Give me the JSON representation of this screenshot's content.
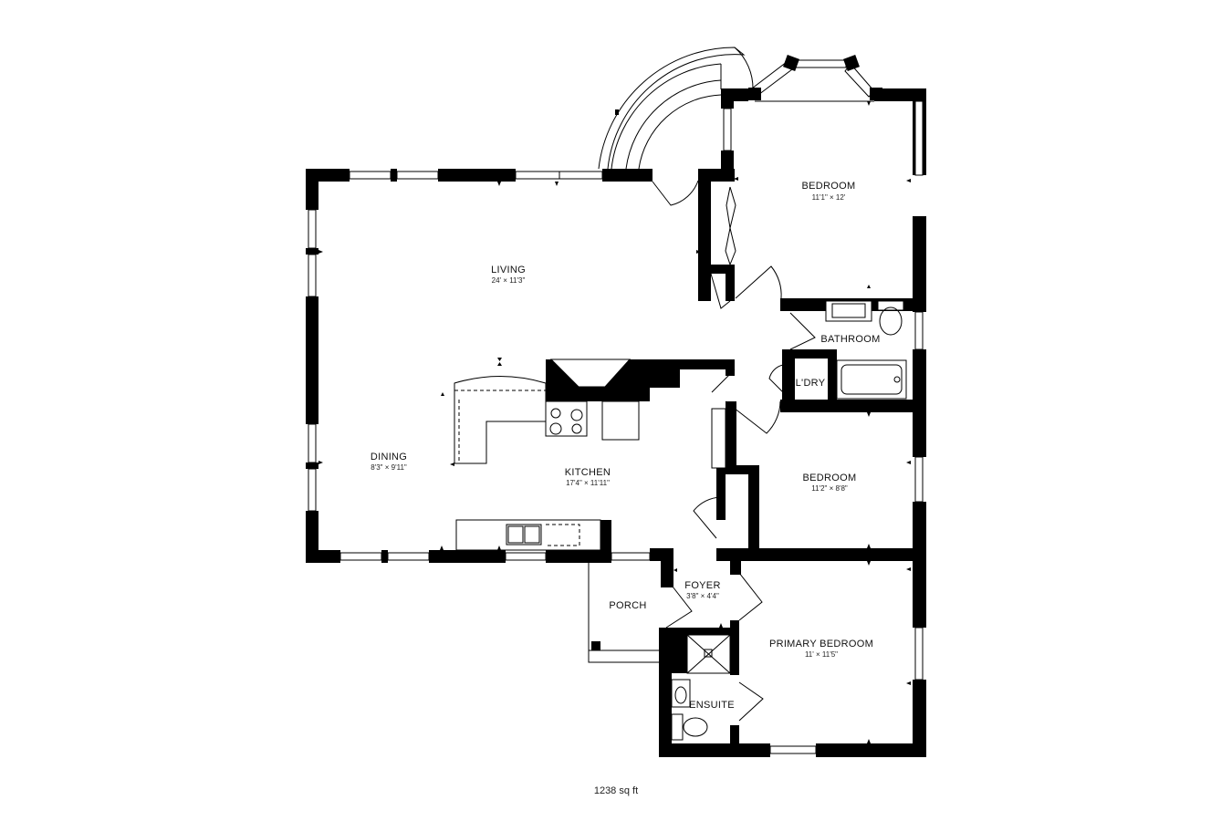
{
  "rooms": {
    "bedroom1": {
      "name": "BEDROOM",
      "dim": "11'1\" × 12'"
    },
    "living": {
      "name": "LIVING",
      "dim": "24' × 11'3\""
    },
    "bathroom": {
      "name": "BATHROOM"
    },
    "laundry": {
      "name": "L'DRY"
    },
    "dining": {
      "name": "DINING",
      "dim": "8'3\" × 9'11\""
    },
    "kitchen": {
      "name": "KITCHEN",
      "dim": "17'4\" × 11'11\""
    },
    "bedroom2": {
      "name": "BEDROOM",
      "dim": "11'2\" × 8'8\""
    },
    "foyer": {
      "name": "FOYER",
      "dim": "3'8\" × 4'4\""
    },
    "porch": {
      "name": "PORCH"
    },
    "primary": {
      "name": "PRIMARY BEDROOM",
      "dim": "11' × 11'5\""
    },
    "ensuite": {
      "name": "ENSUITE"
    }
  },
  "total_area": "1238 sq ft"
}
